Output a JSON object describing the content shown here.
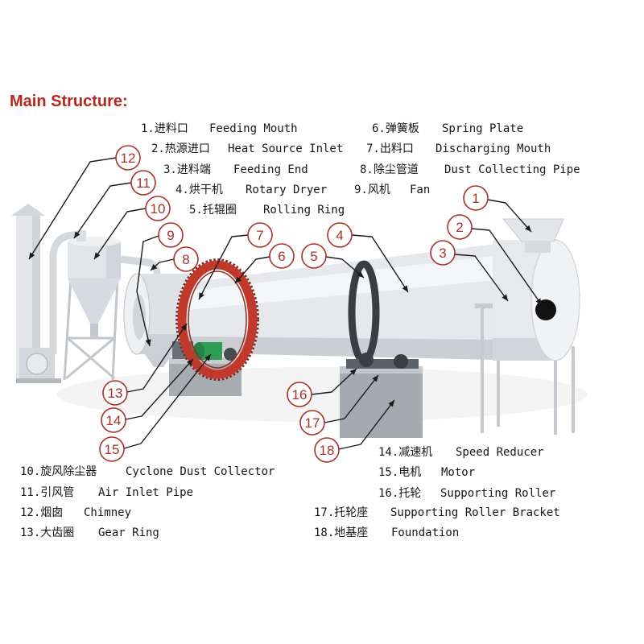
{
  "title": "Main Structure:",
  "legend": {
    "top_left": [
      {
        "no": "1.",
        "cn": "进料口",
        "en": "Feeding Mouth"
      },
      {
        "no": "2.",
        "cn": "热源进口",
        "en": "Heat Source Inlet"
      },
      {
        "no": "3.",
        "cn": "进料端",
        "en": "Feeding End"
      },
      {
        "no": "4.",
        "cn": "烘干机",
        "en": "Rotary Dryer"
      },
      {
        "no": "5.",
        "cn": "托辊圈",
        "en": "Rolling Ring"
      }
    ],
    "top_right": [
      {
        "no": "6.",
        "cn": "弹簧板",
        "en": "Spring Plate"
      },
      {
        "no": "7.",
        "cn": "出料口",
        "en": "Discharging Mouth"
      },
      {
        "no": "8.",
        "cn": "除尘管道",
        "en": "Dust Collecting Pipe"
      },
      {
        "no": "9.",
        "cn": "风机",
        "en": "Fan"
      }
    ],
    "bottom_left": [
      {
        "no": "10.",
        "cn": "旋风除尘器",
        "en": "Cyclone Dust Collector"
      },
      {
        "no": "11.",
        "cn": "引风管",
        "en": "Air Inlet Pipe"
      },
      {
        "no": "12.",
        "cn": "烟囱",
        "en": "Chimney"
      },
      {
        "no": "13.",
        "cn": "大齿圈",
        "en": "Gear Ring"
      }
    ],
    "bottom_right": [
      {
        "no": "14.",
        "cn": "减速机",
        "en": "Speed Reducer"
      },
      {
        "no": "15.",
        "cn": "电机",
        "en": "Motor"
      },
      {
        "no": "16.",
        "cn": "托轮",
        "en": "Supporting Roller"
      },
      {
        "no": "17.",
        "cn": "托轮座",
        "en": "Supporting Roller Bracket"
      },
      {
        "no": "18.",
        "cn": "地基座",
        "en": "Foundation"
      }
    ]
  },
  "callouts": [
    "1",
    "2",
    "3",
    "4",
    "5",
    "6",
    "7",
    "8",
    "9",
    "10",
    "11",
    "12",
    "13",
    "14",
    "15",
    "16",
    "17",
    "18"
  ],
  "colors": {
    "title": "#b5281c",
    "callout": "#a8322a",
    "gear_ring": "#c0392b",
    "motor": "#2f9d55"
  }
}
